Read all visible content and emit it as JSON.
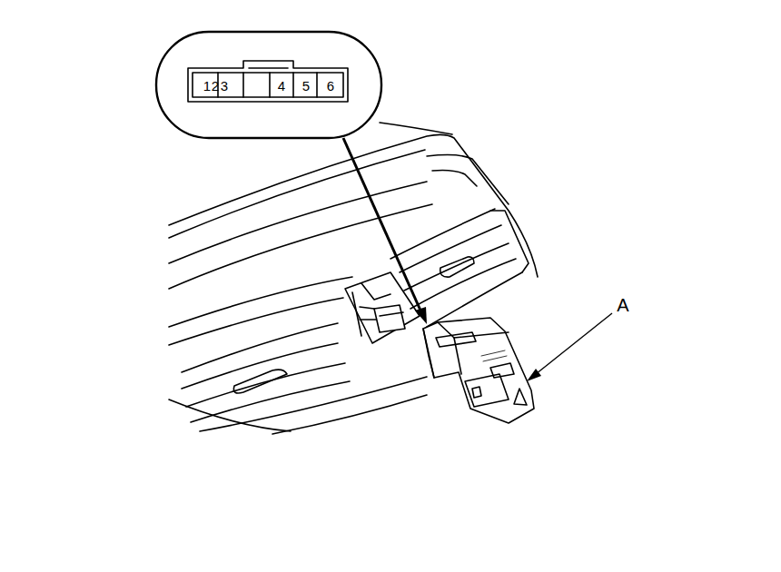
{
  "diagram": {
    "labels": [
      "1",
      "2",
      "3",
      "4",
      "5",
      "6",
      "A"
    ]
  }
}
